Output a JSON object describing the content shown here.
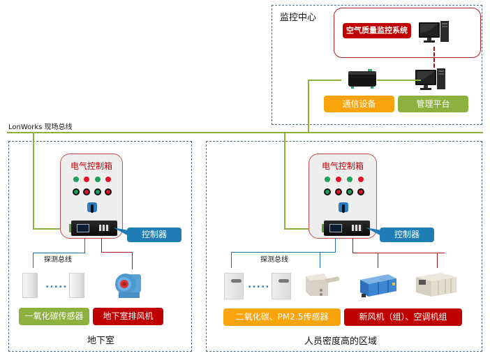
{
  "bus": {
    "label": "LonWorks 现场总线",
    "color": "#8db13e"
  },
  "monitor_center": {
    "title": "监控中心",
    "system_label": "空气质量监控系统",
    "comm_device_label": "通信设备",
    "management_label": "管理平台"
  },
  "basement": {
    "title": "地下室",
    "cabinet_title": "电气控制箱",
    "controller_label": "控制器",
    "probe_bus_label": "探测总线",
    "sensor_label": "一氧化碳传感器",
    "fan_label": "地下室排风机",
    "ellipsis": "....."
  },
  "crowded_area": {
    "title": "人员密度高的区域",
    "cabinet_title": "电气控制箱",
    "controller_label": "控制器",
    "probe_bus_label": "探测总线",
    "sensor_label": "二氧化碳、PM2.5传感器",
    "hvac_label": "新风机（组）、空调机组",
    "ellipsis": "....."
  },
  "colors": {
    "green": "#8db13e",
    "orange": "#f9a40c",
    "red": "#c00000",
    "blue": "#1f7db5",
    "dash": "#4a6a80"
  }
}
